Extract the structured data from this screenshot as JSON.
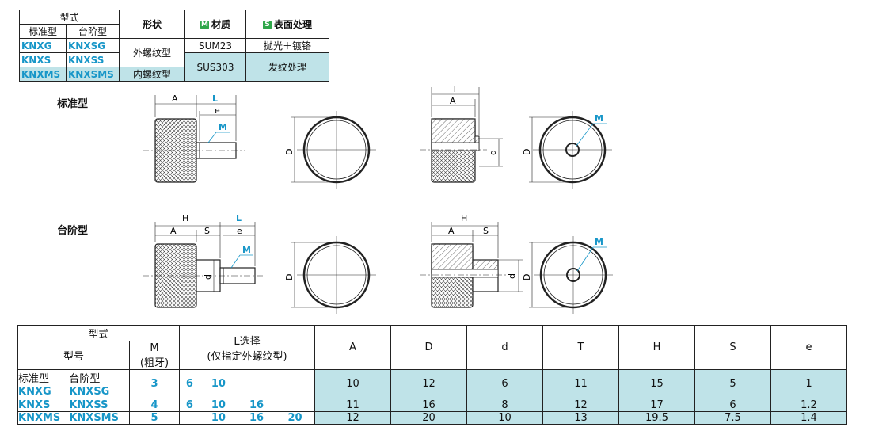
{
  "top_table": {
    "type_header": "型式",
    "std_label": "标准型",
    "step_label": "台阶型",
    "shape_header": "形状",
    "material_header": "材质",
    "surface_header": "表面处理",
    "m_badge": "M",
    "s_badge": "S",
    "badge_colors": {
      "material": "#2fa74a",
      "surface": "#2fa74a"
    },
    "rows": [
      {
        "std": "KNXG",
        "step": "KNXSG"
      },
      {
        "std": "KNXS",
        "step": "KNXSS"
      },
      {
        "std": "KNXMS",
        "step": "KNXSMS"
      }
    ],
    "shape_ext": "外螺纹型",
    "shape_int": "内螺纹型",
    "mat1": "SUM23",
    "mat2": "SUS303",
    "surf1": "抛光＋镀铬",
    "surf2": "发纹处理"
  },
  "drawings": {
    "label_standard": "标准型",
    "label_step": "台阶型",
    "dim_A": "A",
    "dim_L": "L",
    "dim_e": "e",
    "dim_M": "M",
    "dim_D": "D",
    "dim_d": "d",
    "dim_T": "T",
    "dim_H": "H",
    "dim_S": "S"
  },
  "bottom_table": {
    "type_header": "型式",
    "model_header": "型号",
    "m_header": "M",
    "m_sub": "(粗牙)",
    "l_header": "L选择",
    "l_sub": "(仅指定外螺纹型)",
    "col_A": "A",
    "col_D": "D",
    "col_d": "d",
    "col_T": "T",
    "col_H": "H",
    "col_S": "S",
    "col_e": "e",
    "std_label": "标准型",
    "step_label": "台阶型",
    "rows": [
      {
        "std": "KNXG",
        "step": "KNXSG",
        "M": "3",
        "L": [
          "6",
          "10",
          "",
          ""
        ],
        "A": "10",
        "D": "12",
        "d": "6",
        "T": "11",
        "H": "15",
        "S": "5",
        "e": "1"
      },
      {
        "std": "KNXS",
        "step": "KNXSS",
        "M": "4",
        "L": [
          "6",
          "10",
          "16",
          ""
        ],
        "A": "11",
        "D": "16",
        "d": "8",
        "T": "12",
        "H": "17",
        "S": "6",
        "e": "1.2"
      },
      {
        "std": "KNXMS",
        "step": "KNXSMS",
        "M": "5",
        "L": [
          "",
          "10",
          "16",
          "20"
        ],
        "A": "12",
        "D": "20",
        "d": "10",
        "T": "13",
        "H": "19.5",
        "S": "7.5",
        "e": "1.4"
      }
    ]
  }
}
